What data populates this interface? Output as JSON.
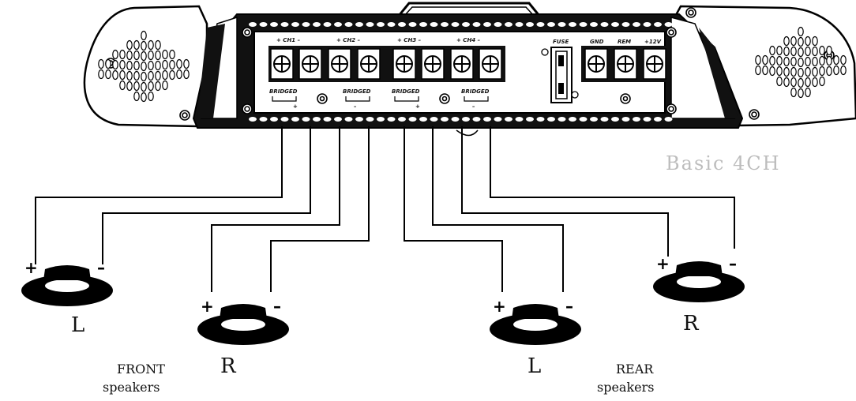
{
  "amplifier": {
    "channels": [
      {
        "plus": "+",
        "label": "CH1",
        "minus": "–"
      },
      {
        "plus": "+",
        "label": "CH2",
        "minus": "–"
      },
      {
        "plus": "+",
        "label": "CH3",
        "minus": "–"
      },
      {
        "plus": "+",
        "label": "CH4",
        "minus": "–"
      }
    ],
    "power_labels": {
      "fuse": "FUSE",
      "gnd": "GND",
      "rem": "REM",
      "v12": "+12V"
    },
    "bridged_labels": [
      "BRIDGED",
      "BRIDGED",
      "BRIDGED",
      "BRIDGED"
    ],
    "bridge_marks": [
      "+",
      "–",
      "+",
      "–"
    ]
  },
  "title": "Basic 4CH",
  "speakers": [
    {
      "id": "front-left",
      "side_label": "L",
      "plus": "+",
      "minus": "–"
    },
    {
      "id": "front-right",
      "side_label": "R",
      "plus": "+",
      "minus": "–"
    },
    {
      "id": "rear-left",
      "side_label": "L",
      "plus": "+",
      "minus": "–"
    },
    {
      "id": "rear-right",
      "side_label": "R",
      "plus": "+",
      "minus": "–"
    }
  ],
  "groups": {
    "front": {
      "line1": "FRONT",
      "line2": "speakers"
    },
    "rear": {
      "line1": "REAR",
      "line2": "speakers"
    }
  },
  "colors": {
    "ink": "#000000",
    "title": "#bdbdbd",
    "panel": "#ffffff"
  }
}
